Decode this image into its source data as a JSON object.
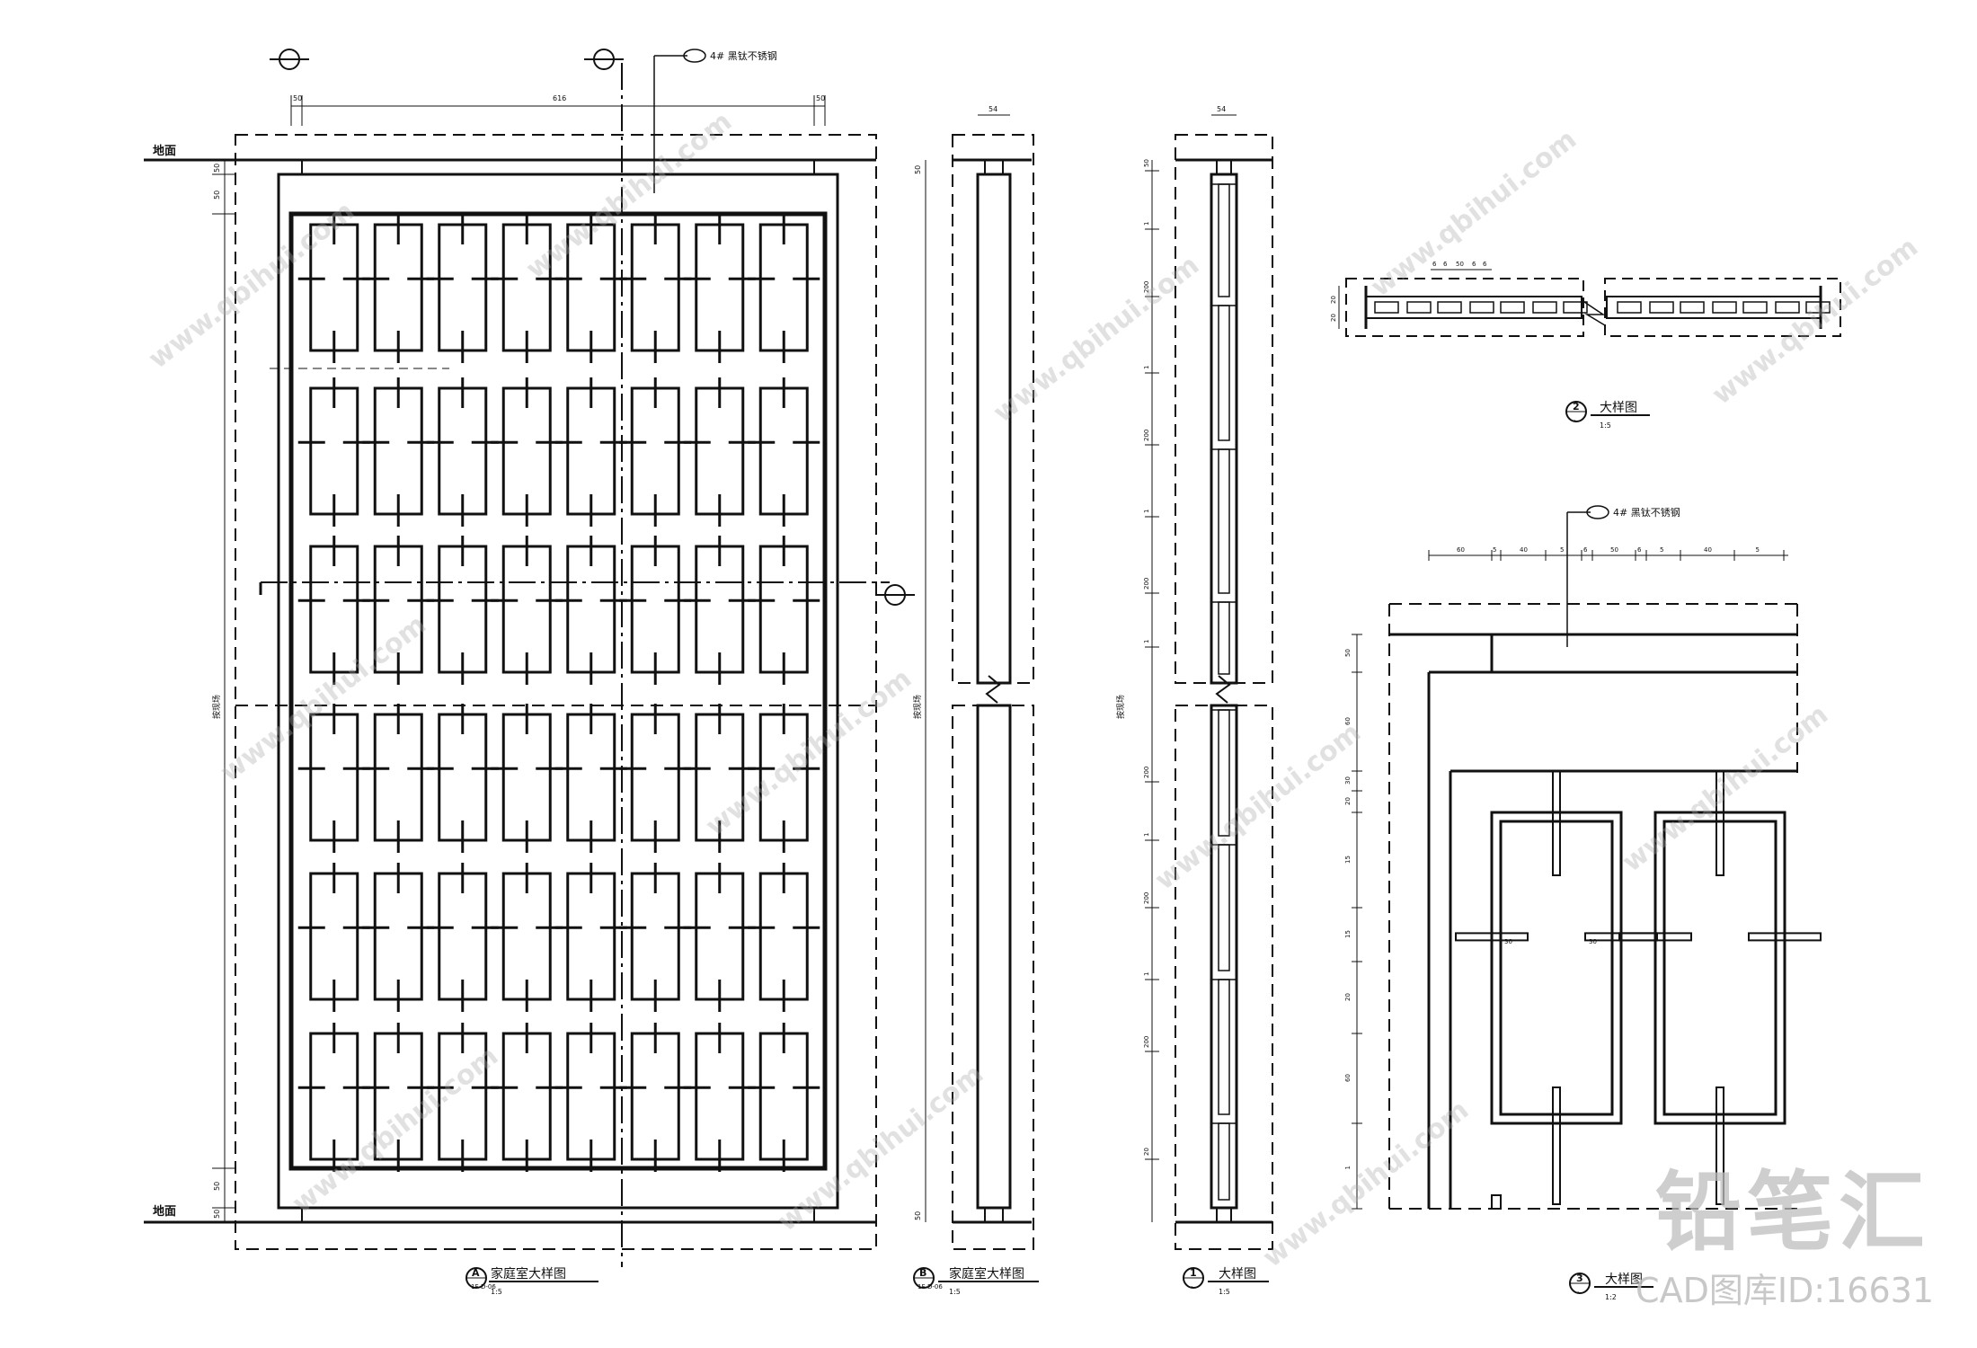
{
  "annotations": {
    "material_note": "4# 黑钛不锈钢",
    "level_label": "地面"
  },
  "views": [
    {
      "id": "A",
      "title": "家庭室大样图",
      "ref": "1F-D-06",
      "scale": "1:5"
    },
    {
      "id": "B",
      "title": "家庭室大样图",
      "ref": "1F-D-06",
      "scale": "1:5"
    },
    {
      "id": "1",
      "title": "大样图",
      "ref": "-",
      "scale": "1:5"
    },
    {
      "id": "2",
      "title": "大样图",
      "ref": "-",
      "scale": "1:5"
    },
    {
      "id": "3",
      "title": "大样图",
      "ref": "-",
      "scale": "1:2"
    }
  ],
  "dimensions": {
    "elevation_a_top": [
      "50",
      "616",
      "50"
    ],
    "elevation_a_side_top": [
      "50",
      "50"
    ],
    "elevation_a_side_bottom": [
      "50",
      "50"
    ],
    "elevation_a_total": "按现场",
    "section_b_top": "54",
    "section_b_top_ends": [
      "50",
      "50"
    ],
    "section_1_top": "54",
    "section_1_side": [
      "50",
      "1",
      "200",
      "1",
      "200",
      "1",
      "200",
      "1",
      "200",
      "1",
      "200",
      "1",
      "200",
      "20"
    ],
    "detail_2_top": [
      "6",
      "6",
      "50",
      "6",
      "6"
    ],
    "detail_2_side": [
      "20",
      "20"
    ],
    "detail_3_top": [
      "60",
      "5",
      "40",
      "5",
      "6",
      "50",
      "6",
      "5",
      "40",
      "5"
    ],
    "detail_3_side": [
      "50",
      "60",
      "30",
      "20",
      "15",
      "15",
      "20",
      "60",
      "1"
    ],
    "detail_3_inner": [
      "30",
      "30"
    ]
  },
  "watermark": {
    "site": "www.qbihui.com",
    "brand": "铅笔汇",
    "cad_id": "CAD图库ID:16631"
  },
  "colors": {
    "line": "#111111",
    "watermark": "#b4b4b4"
  }
}
